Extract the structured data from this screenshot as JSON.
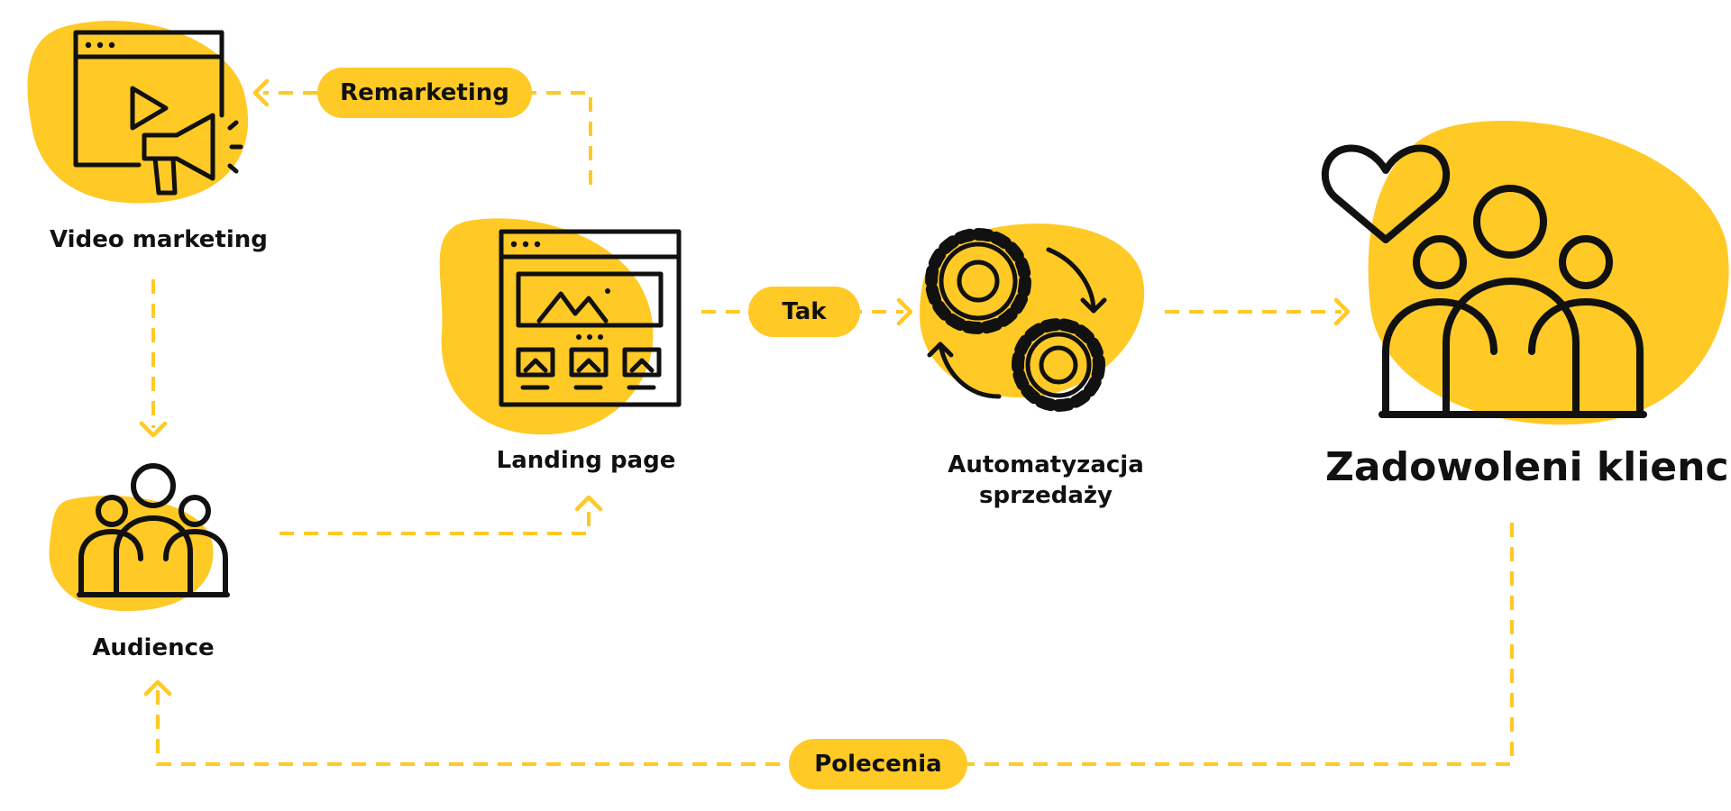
{
  "colors": {
    "accent": "#FFC926",
    "ink": "#111111",
    "background": "#FFFFFF"
  },
  "nodes": {
    "video_marketing": {
      "label": "Video marketing",
      "icon": "video-megaphone-icon"
    },
    "landing_page": {
      "label": "Landing page",
      "icon": "landing-page-icon"
    },
    "automation": {
      "label_line1": "Automatyzacja",
      "label_line2": "sprzedaży",
      "icon": "gears-icon"
    },
    "happy_clients": {
      "label": "Zadowoleni klienci",
      "icon": "happy-clients-icon"
    },
    "audience": {
      "label": "Audience",
      "icon": "audience-icon"
    }
  },
  "edges": {
    "remarketing": {
      "label": "Remarketing"
    },
    "tak": {
      "label": "Tak"
    },
    "polecenia": {
      "label": "Polecenia"
    }
  }
}
